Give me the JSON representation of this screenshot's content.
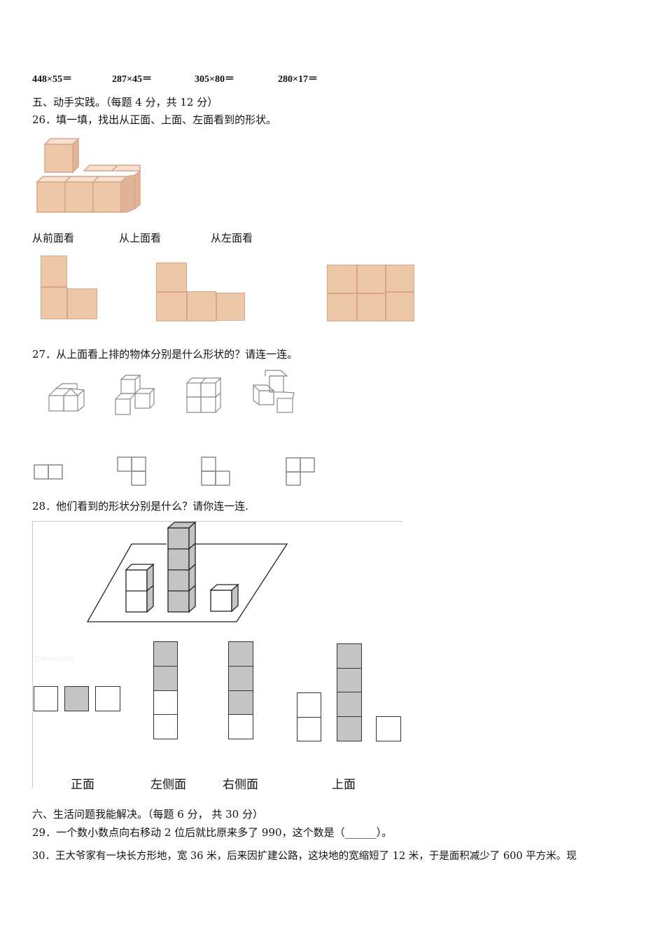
{
  "calculations": [
    "448×55＝",
    "287×45＝",
    "305×80＝",
    "280×17＝"
  ],
  "section5": {
    "title": "五、动手实践。（每题 4 分，共 12 分）"
  },
  "q26": {
    "text": "26．填一填，找出从正面、上面、左面看到的形状。",
    "view_labels": [
      "从前面看",
      "从上面看",
      "从左面看"
    ],
    "colors": {
      "cube_fill": "#edc8a8",
      "cube_edge": "#d9a58a"
    }
  },
  "q27": {
    "text": "27．从上面看上排的物体分别是什么形状的？请连一连。"
  },
  "q28": {
    "text": "28．他们看到的形状分别是什么？请你连一连.",
    "watermark": "Jyeoo.com",
    "view_labels": [
      "正面",
      "左侧面",
      "右侧面",
      "上面"
    ],
    "colors": {
      "grey": "#c4c4c4",
      "white": "#ffffff"
    }
  },
  "section6": {
    "title": "六、生活问题我能解决。（每题 6 分， 共 30 分）"
  },
  "q29": {
    "text": "29．一个数小数点向右移动 2 位后就比原来多了 990，这个数是（______）。"
  },
  "q30": {
    "text": "30．王大爷家有一块长方形地，宽 36 米，后来因扩建公路，这块地的宽缩短了 12 米，于是面积减少了 600 平方米。现"
  }
}
